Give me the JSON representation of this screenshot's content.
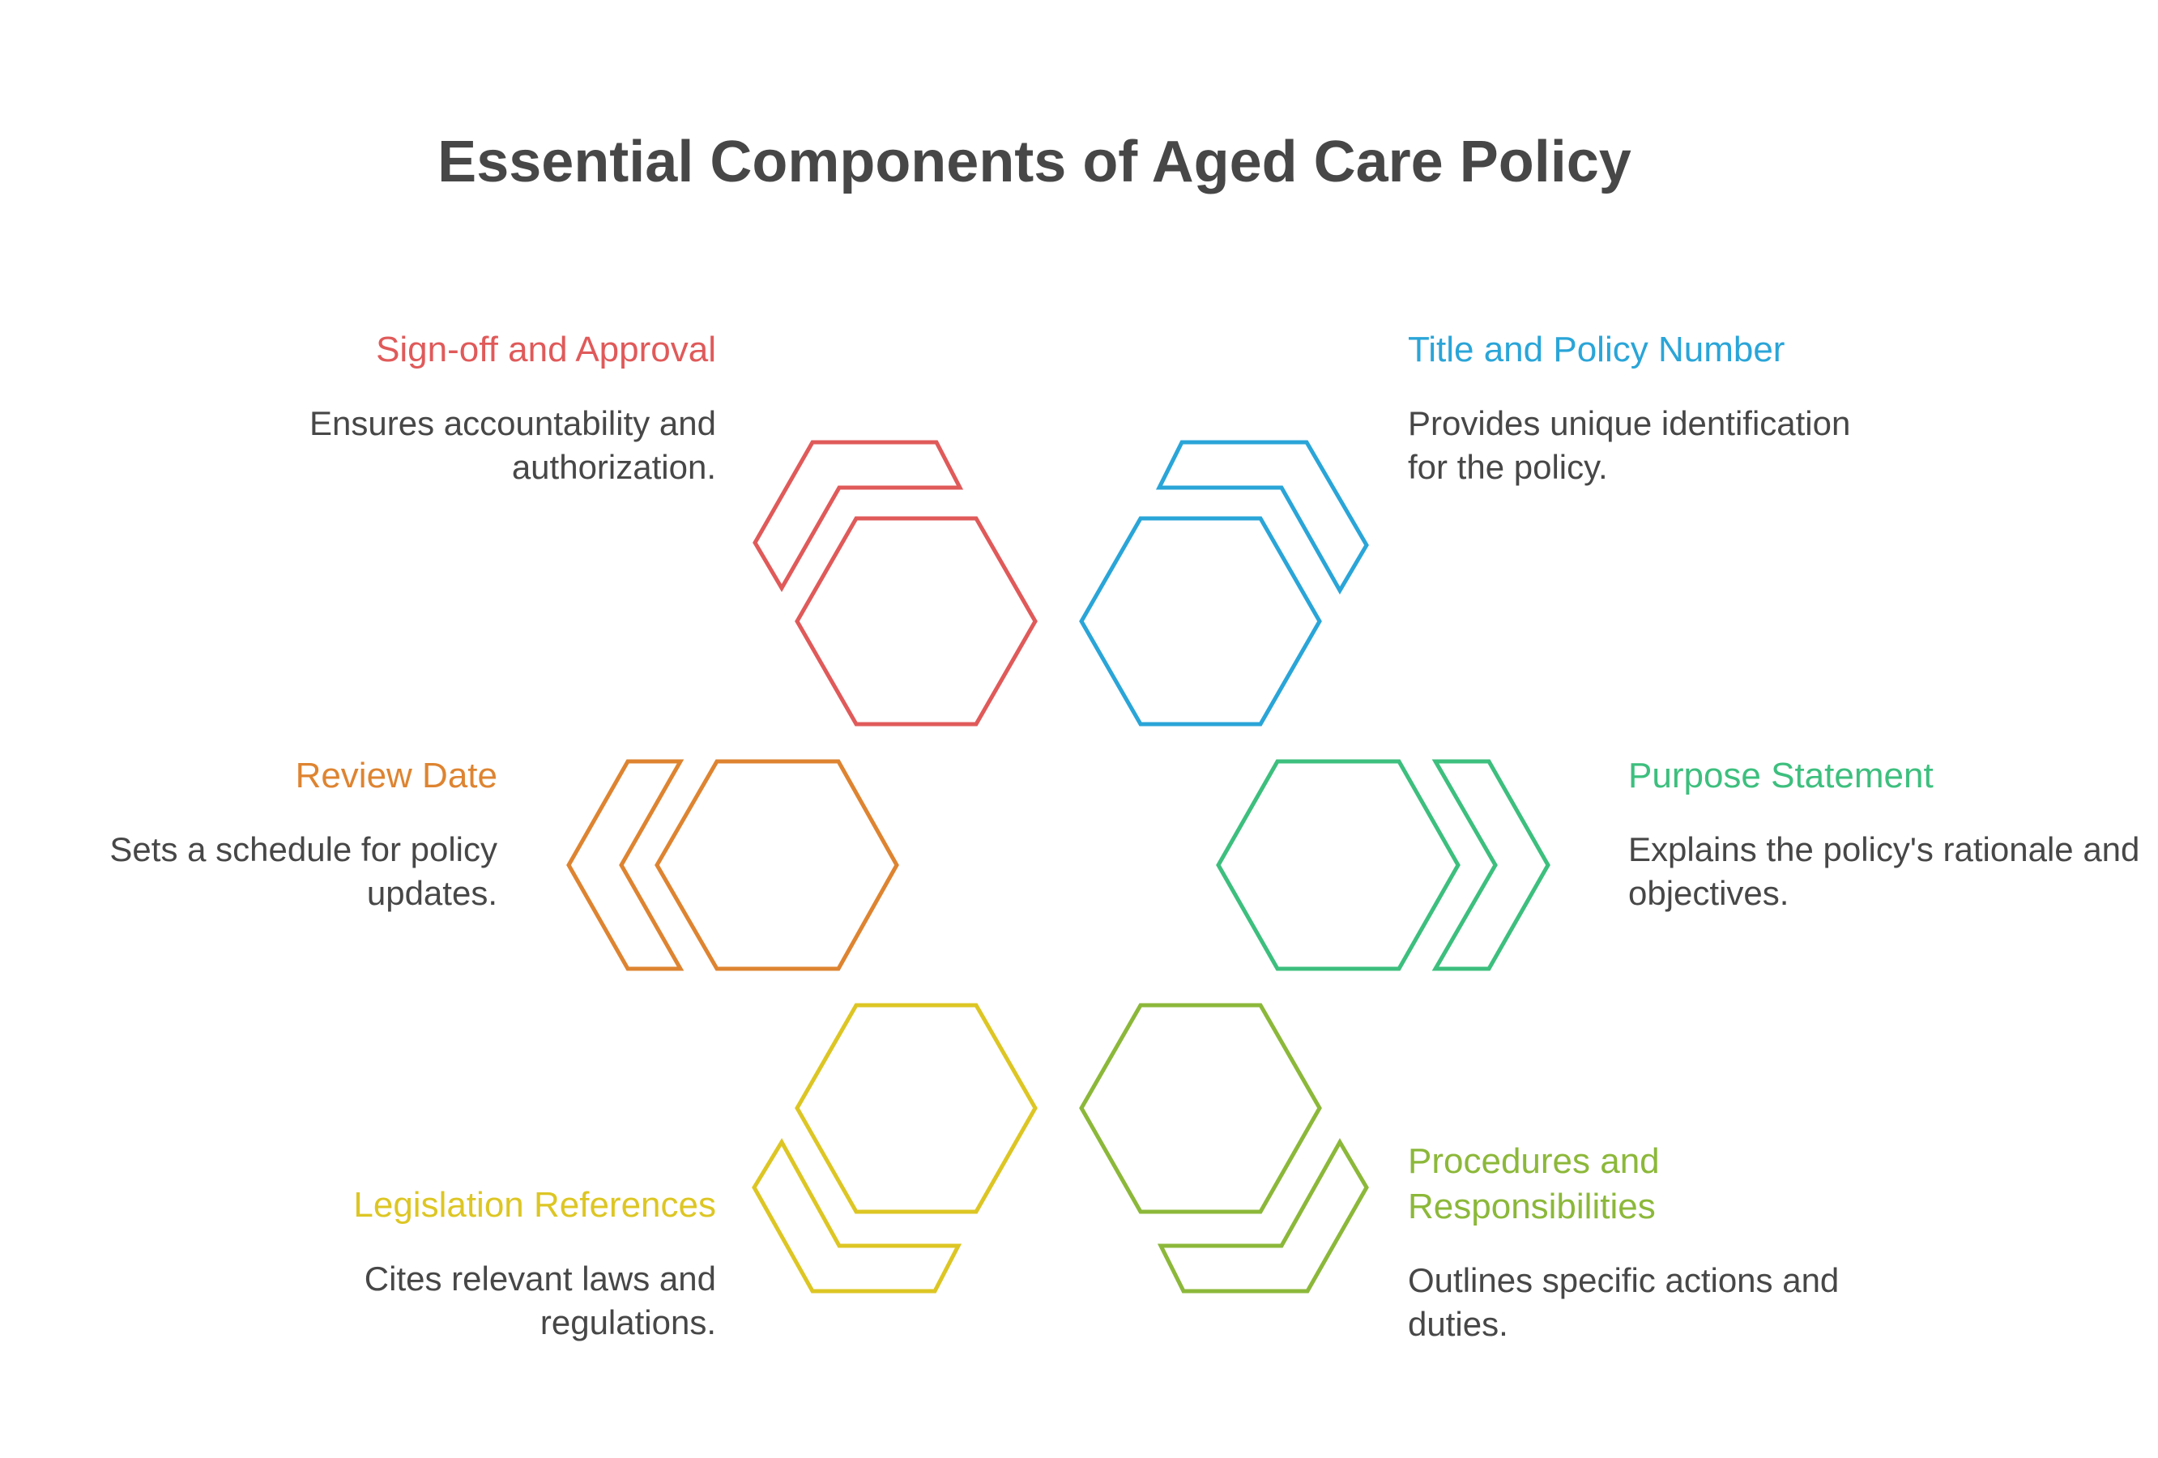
{
  "title": "Essential Components of Aged Care Policy",
  "components": [
    {
      "id": "title-and-policy-number",
      "heading": "Title and Policy Number",
      "description": "Provides unique identification for the policy.",
      "color": "#2AA5D8"
    },
    {
      "id": "purpose-statement",
      "heading": "Purpose Statement",
      "description": "Explains the policy's rationale and objectives.",
      "color": "#3DBF7E"
    },
    {
      "id": "procedures-and-responsibilities",
      "heading": "Procedures and Responsibilities",
      "description": "Outlines specific actions and duties.",
      "color": "#8CB83A"
    },
    {
      "id": "legislation-references",
      "heading": "Legislation References",
      "description": "Cites relevant laws and regulations.",
      "color": "#DDC624"
    },
    {
      "id": "review-date",
      "heading": "Review Date",
      "description": "Sets a schedule for policy updates.",
      "color": "#DE8431"
    },
    {
      "id": "sign-off-and-approval",
      "heading": "Sign-off and Approval",
      "description": "Ensures accountability and authorization.",
      "color": "#E05A5A"
    }
  ]
}
